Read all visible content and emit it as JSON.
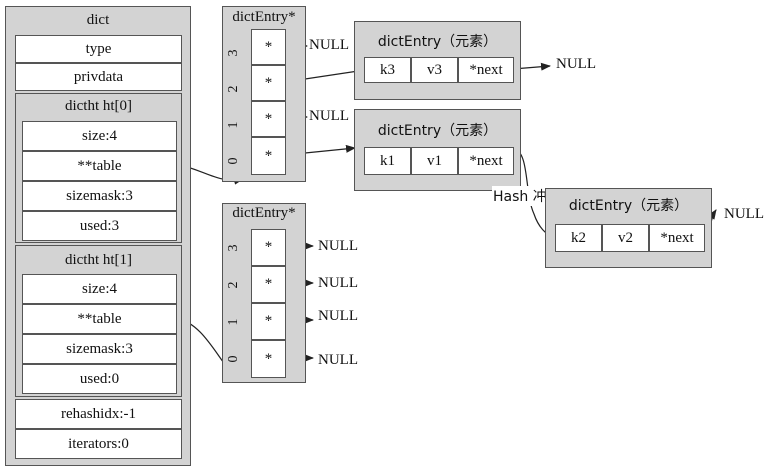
{
  "dict": {
    "title": "dict",
    "type": "type",
    "privdata": "privdata",
    "rehashidx": "rehashidx:-1",
    "iterators": "iterators:0"
  },
  "ht0": {
    "title": "dictht ht[0]",
    "size": "size:4",
    "table": "**table",
    "sizemask": "sizemask:3",
    "used": "used:3"
  },
  "ht1": {
    "title": "dictht ht[1]",
    "size": "size:4",
    "table": "**table",
    "sizemask": "sizemask:3",
    "used": "used:0"
  },
  "table0": {
    "title": "dictEntry*",
    "indexes": [
      "3",
      "2",
      "1",
      "0"
    ],
    "slot": "*",
    "null_3": "NULL",
    "null_1": "NULL"
  },
  "table1": {
    "title": "dictEntry*",
    "indexes": [
      "3",
      "2",
      "1",
      "0"
    ],
    "slot": "*",
    "nulls": [
      "NULL",
      "NULL",
      "NULL",
      "NULL"
    ]
  },
  "entries": [
    {
      "title": "dictEntry（元素）",
      "key": "k3",
      "val": "v3",
      "next": "*next"
    },
    {
      "title": "dictEntry（元素）",
      "key": "k1",
      "val": "v1",
      "next": "*next"
    },
    {
      "title": "dictEntry（元素）",
      "key": "k2",
      "val": "v2",
      "next": "*next"
    }
  ],
  "entry_nulls": [
    "NULL",
    "NULL"
  ],
  "collision_label": "Hash 冲突"
}
